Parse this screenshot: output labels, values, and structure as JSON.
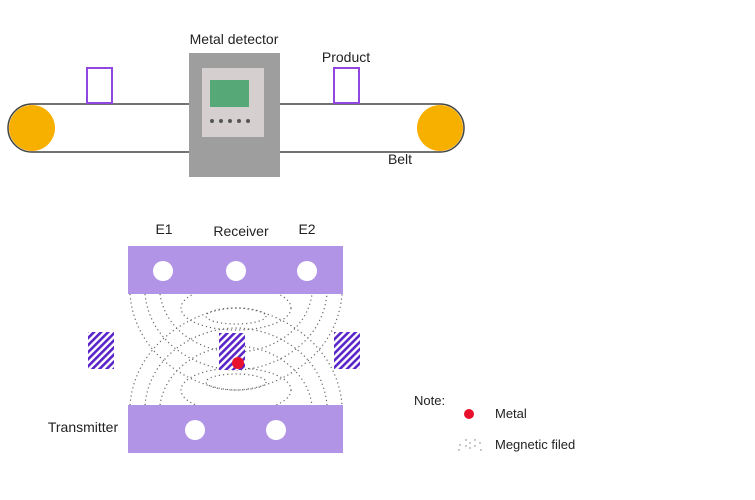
{
  "labels": {
    "metal_detector": "Metal detector",
    "product": "Product",
    "belt": "Belt",
    "e1": "E1",
    "receiver": "Receiver",
    "e2": "E2",
    "transmitter": "Transmitter"
  },
  "legend": {
    "title": "Note:",
    "items": [
      {
        "symbol": "red-dot",
        "label": "Metal"
      },
      {
        "symbol": "dotted-field",
        "label": "Megnetic filed"
      }
    ]
  },
  "colors": {
    "pulley": "#f8b000",
    "product_outline": "#9146e0",
    "detector_body": "#9e9e9e",
    "detector_panel": "#d6cfcf",
    "detector_screen": "#57a877",
    "coil_bar": "#b294e6",
    "hatch": "#5a24c8",
    "metal": "#e8102a"
  }
}
